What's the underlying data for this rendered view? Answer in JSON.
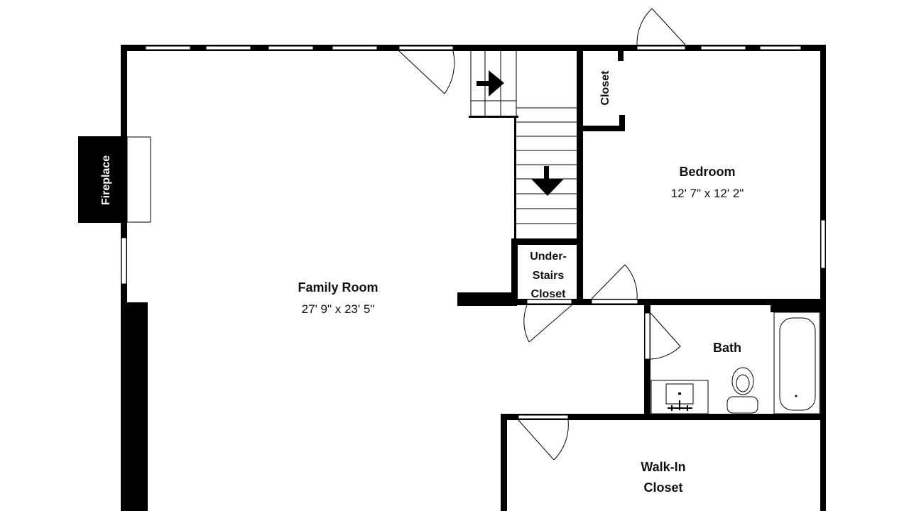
{
  "rooms": {
    "family_room": {
      "name": "Family Room",
      "dimensions": "27' 9\" x 23' 5\""
    },
    "bedroom": {
      "name": "Bedroom",
      "dimensions": "12' 7\" x 12' 2\""
    },
    "bath": {
      "name": "Bath"
    },
    "walk_in_closet": {
      "line1": "Walk-In",
      "line2": "Closet"
    },
    "closet": {
      "name": "Closet"
    },
    "under_stairs_closet": {
      "line1": "Under-",
      "line2": "Stairs",
      "line3": "Closet"
    }
  },
  "features": {
    "fireplace": {
      "name": "Fireplace"
    }
  },
  "colors": {
    "wall": "#000000",
    "background": "#ffffff"
  }
}
